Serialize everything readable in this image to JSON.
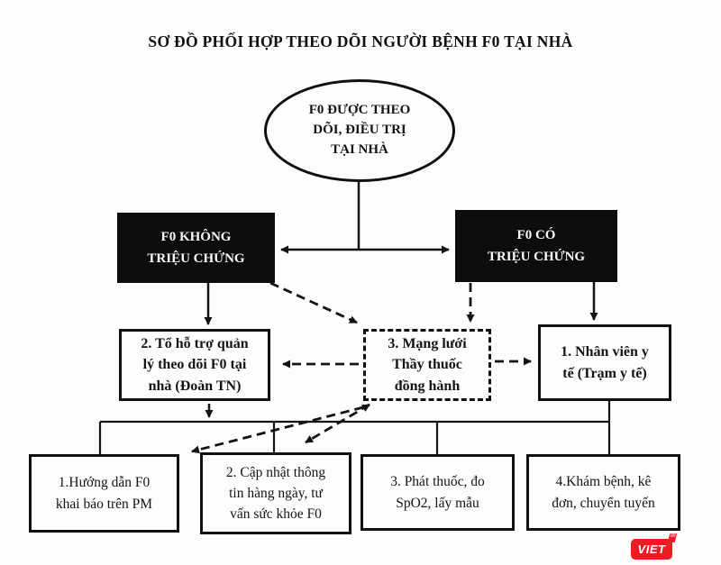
{
  "title": "SƠ ĐỒ PHỐI HỢP THEO DÕI NGƯỜI BỆNH F0 TẠI NHÀ",
  "nodes": {
    "root": {
      "text": "F0 ĐƯỢC THEO DÕI, ĐIỀU TRỊ TẠI NHÀ",
      "lines": [
        "F0 ĐƯỢC THEO",
        "DÕI, ĐIỀU TRỊ",
        "TẠI NHÀ"
      ]
    },
    "no_symptom": {
      "text": "F0 KHÔNG TRIỆU CHỨNG",
      "lines": [
        "F0 KHÔNG",
        "TRIỆU CHỨNG"
      ]
    },
    "has_symptom": {
      "text": "F0 CÓ TRIỆU CHỨNG",
      "lines": [
        "F0 CÓ",
        "TRIỆU CHỨNG"
      ]
    },
    "support_team": {
      "text": "2. Tổ hỗ trợ quản lý theo dõi F0 tại nhà (Đoàn TN)",
      "lines": [
        "2. Tổ hỗ trợ quản",
        "lý theo dõi F0 tại",
        "nhà (Đoàn TN)"
      ]
    },
    "doctor_network": {
      "text": "3. Mạng lưới Thầy thuốc đồng hành",
      "lines": [
        "3. Mạng lưới",
        "Thầy thuốc",
        "đồng hành"
      ]
    },
    "medical_staff": {
      "text": "1. Nhân viên y tế (Trạm y tế)",
      "lines": [
        "1. Nhân viên y",
        "tế (Trạm y tế)"
      ]
    },
    "task1": {
      "text": "1.Hướng dẫn F0 khai báo trên PM",
      "lines": [
        "1.Hướng dẫn F0",
        "khai báo trên PM"
      ]
    },
    "task2": {
      "text": "2. Cập nhật thông tin hàng ngày, tư vấn sức khỏe F0",
      "lines": [
        "2. Cập nhật thông",
        "tin hàng ngày, tư",
        "vấn sức khỏe F0"
      ]
    },
    "task3": {
      "text": "3. Phát thuốc, đo SpO2, lấy mẫu",
      "lines": [
        "3. Phát thuốc, đo",
        "SpO2, lấy mẫu"
      ]
    },
    "task4": {
      "text": "4.Khám bệnh, kê đơn, chuyển tuyến",
      "lines": [
        "4.Khám bệnh, kê",
        "đơn, chuyển tuyến"
      ]
    }
  },
  "watermark": {
    "label": "VIET",
    "color": "#ed1c24"
  },
  "colors": {
    "ink": "#141414",
    "node_dark_bg": "#0d0d0d",
    "node_dark_text": "#fafafa",
    "background": "#fdfdfc"
  }
}
